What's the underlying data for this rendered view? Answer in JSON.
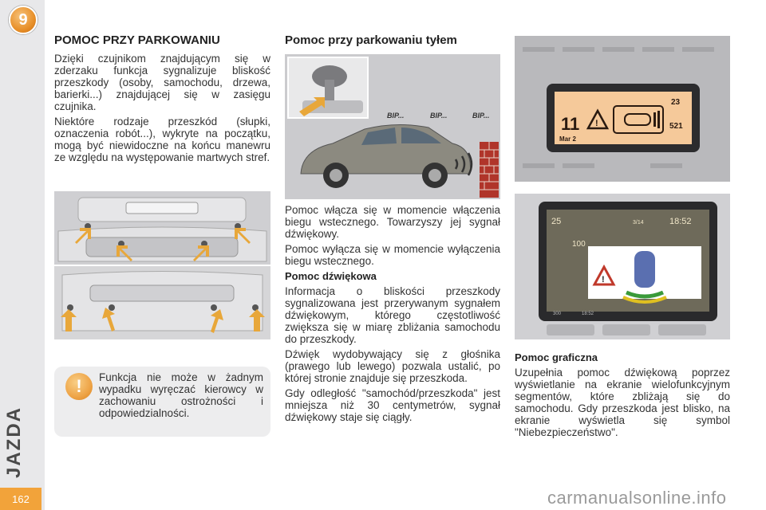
{
  "sidebar": {
    "chapter_number": "9",
    "chapter_label": "JAZDA",
    "page_number": "162"
  },
  "left": {
    "heading": "POMOC PRZY PARKOWANIU",
    "p1": "Dzięki czujnikom znajdującym się w zderzaku funkcja sygnalizuje bliskość przeszkody (osoby, samochodu, drzewa, barierki...) znajdującej się w zasięgu czujnika.",
    "p2": "Niektóre rodzaje przeszkód (słupki, oznaczenia robót...), wykryte na początku, mogą być niewidoczne na końcu manewru ze względu na występowanie martwych stref.",
    "warning": "Funkcja nie może w żadnym wypadku wyręczać kierowcy w zachowaniu ostrożności i odpowiedzialności.",
    "warning_icon": "!"
  },
  "middle": {
    "heading": "Pomoc przy parkowaniu tyłem",
    "beep_labels": [
      "BIP...",
      "BIP...",
      "BIP..."
    ],
    "p1": "Pomoc włącza się w momencie włączenia biegu wstecznego. Towarzyszy jej sygnał dźwiękowy.",
    "p2": "Pomoc wyłącza się w momencie wyłączenia biegu wstecznego.",
    "sub": "Pomoc dźwiękowa",
    "p3": "Informacja o bliskości przeszkody sygnalizowana jest przerywanym sygnałem dźwiękowym, którego częstotliwość zwiększa się w miarę zbliżania samochodu do przeszkody.",
    "p4": "Dźwięk wydobywający się z głośnika (prawego lub lewego) pozwala ustalić, po której stronie znajduje się przeszkoda.",
    "p5": "Gdy odległość \"samochód/przeszkoda\" jest mniejsza niż 30 centymetrów, sygnał dźwiękowy staje się ciągły."
  },
  "right": {
    "display1": {
      "big_number": "11",
      "date": "Mar 2",
      "temp": "23",
      "value": "521"
    },
    "display2": {
      "temp": "25",
      "distance": "100",
      "time1": "3/14",
      "time2": "18:52",
      "distance2": "300",
      "time3": "18:52"
    },
    "sub": "Pomoc graficzna",
    "p1": "Uzupełnia pomoc dźwiękową poprzez wyświetlanie na ekranie wielofunkcyjnym segmentów, które zbliżają się do samochodu. Gdy przeszkoda jest blisko, na ekranie wyświetla się symbol \"Niebezpieczeństwo\"."
  },
  "watermark": "carmanualsonline.info",
  "colors": {
    "accent": "#f2a33a",
    "arrow": "#e8a73a",
    "sidebar": "#e8e8ea"
  }
}
